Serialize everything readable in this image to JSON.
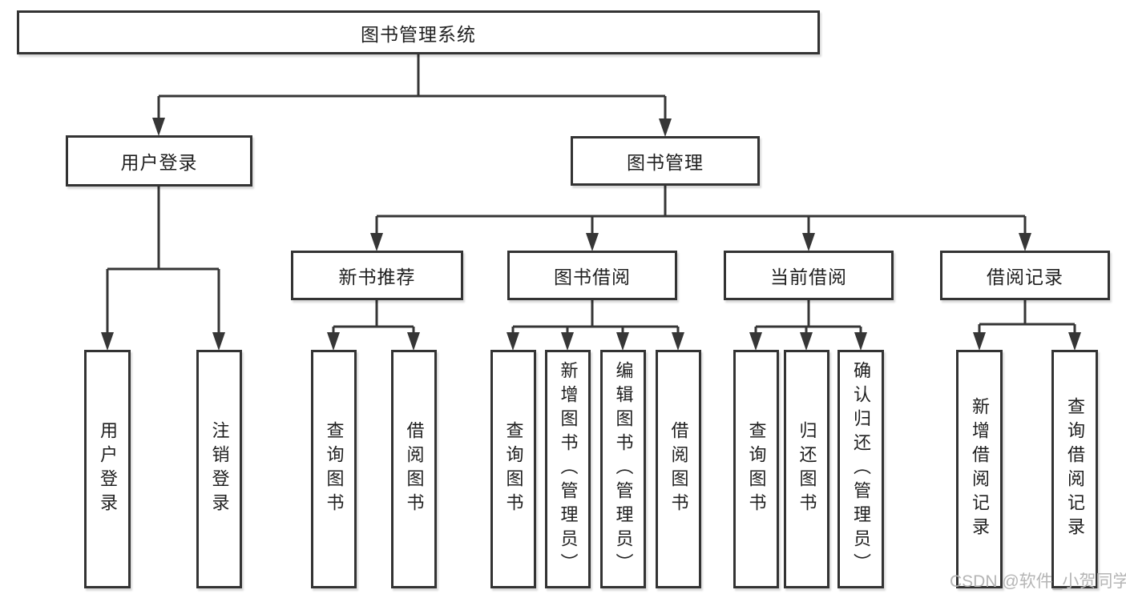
{
  "diagram_type": "hierarchy-flowchart",
  "tree": {
    "label": "图书管理系统",
    "children": [
      {
        "label": "用户登录",
        "children": [
          {
            "label": "用户登录"
          },
          {
            "label": "注销登录"
          }
        ]
      },
      {
        "label": "图书管理",
        "children": [
          {
            "label": "新书推荐",
            "children": [
              {
                "label": "查询图书"
              },
              {
                "label": "借阅图书"
              }
            ]
          },
          {
            "label": "图书借阅",
            "children": [
              {
                "label": "查询图书"
              },
              {
                "label": "新增图书（管理员）"
              },
              {
                "label": "编辑图书（管理员）"
              },
              {
                "label": "借阅图书"
              }
            ]
          },
          {
            "label": "当前借阅",
            "children": [
              {
                "label": "查询图书"
              },
              {
                "label": "归还图书"
              },
              {
                "label": "确认归还（管理员）"
              }
            ]
          },
          {
            "label": "借阅记录",
            "children": [
              {
                "label": "新增借阅记录"
              },
              {
                "label": "查询借阅记录"
              }
            ]
          }
        ]
      }
    ]
  },
  "watermark": {
    "text": "CSDN @软件_小贺同学"
  },
  "colors": {
    "line": "#363636",
    "box_border": "#333333",
    "text": "#1f1f1f",
    "watermark": "#b5b5b5",
    "background": "#ffffff"
  }
}
